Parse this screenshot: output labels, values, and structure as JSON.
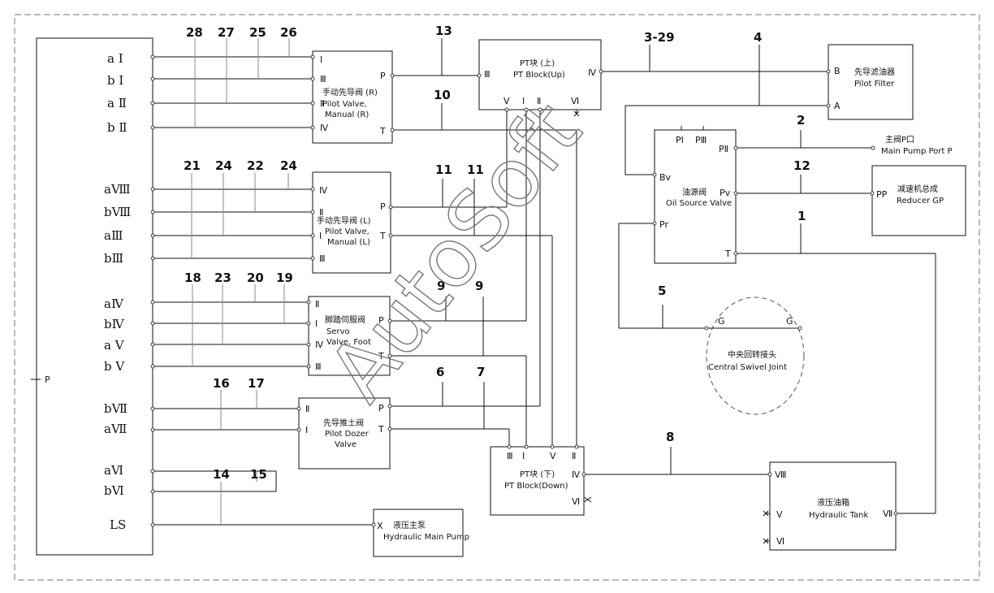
{
  "left_labels": [
    "a Ⅰ",
    "b Ⅰ",
    "a Ⅱ",
    "b Ⅱ",
    "aⅧ",
    "bⅧ",
    "aⅢ",
    "bⅢ",
    "aⅣ",
    "bⅣ",
    "a Ⅴ",
    "b Ⅴ",
    "bⅦ",
    "aⅦ",
    "aⅥ",
    "bⅥ",
    "LS"
  ],
  "p_label": "P",
  "numbers": [
    "28",
    "27",
    "25",
    "26",
    "13",
    "3-29",
    "4",
    "10",
    "2",
    "12",
    "1",
    "21",
    "24",
    "22",
    "24",
    "11",
    "11",
    "18",
    "23",
    "20",
    "19",
    "9",
    "9",
    "5",
    "16",
    "17",
    "6",
    "7",
    "14",
    "15",
    "8"
  ],
  "blocks": {
    "pv_r": {
      "ports": [
        "Ⅰ",
        "Ⅲ",
        "Ⅱ",
        "Ⅳ",
        "P",
        "T"
      ],
      "cn": "手动先导阀 (R)",
      "en1": "Pilot Valve,",
      "en2": "Manual (R)"
    },
    "pv_l": {
      "ports": [
        "Ⅳ",
        "Ⅱ",
        "Ⅰ",
        "Ⅲ",
        "P",
        "T"
      ],
      "cn": "手动先导阀 (L)",
      "en1": "Pilot Valve,",
      "en2": "Manual (L)"
    },
    "servo": {
      "ports": [
        "Ⅱ",
        "Ⅰ",
        "Ⅳ",
        "Ⅲ",
        "P",
        "T"
      ],
      "cn": "脚踏伺服阀",
      "en1": "Servo",
      "en2": "Valve, Foot"
    },
    "dozer": {
      "ports": [
        "Ⅱ",
        "Ⅰ",
        "P",
        "T"
      ],
      "cn": "先导推土阀",
      "en1": "Pilot Dozer",
      "en2": "Valve"
    },
    "pt_up": {
      "ports": [
        "Ⅲ",
        "Ⅳ",
        "Ⅴ",
        "Ⅰ",
        "Ⅱ",
        "Ⅵ"
      ],
      "cn": "PT块 (上)",
      "en": "PT Block(Up)"
    },
    "pt_down": {
      "ports": [
        "Ⅲ",
        "Ⅰ",
        "Ⅴ",
        "Ⅱ",
        "Ⅳ",
        "Ⅵ"
      ],
      "cn": "PT块 (下)",
      "en": "PT Block(Down)"
    },
    "filter": {
      "ports": [
        "B",
        "A"
      ],
      "cn": "先导滤油器",
      "en": "Pilot Filter"
    },
    "oil_source": {
      "ports": [
        "PⅠ",
        "PⅢ",
        "PⅡ",
        "Bv",
        "Pv",
        "Pr",
        "T"
      ],
      "cn": "油源阀",
      "en": "Oil Source Valve"
    },
    "main_pump_port": {
      "cn": "主阀P口",
      "en": "Main Pump Port P"
    },
    "reducer": {
      "ports": [
        "PP"
      ],
      "cn": "减速机总成",
      "en": "Reducer GP"
    },
    "swivel": {
      "ports": [
        "G",
        "G"
      ],
      "cn": "中央回转接头",
      "en": "Central Swivel Joint"
    },
    "main_pump": {
      "ports": [
        "X"
      ],
      "cn": "液压主泵",
      "en": "Hydraulic Main Pump"
    },
    "tank": {
      "ports": [
        "Ⅷ",
        "Ⅴ",
        "Ⅵ",
        "Ⅶ"
      ],
      "cn": "液压油箱",
      "en": "Hydraulic Tank"
    }
  },
  "watermark": "AutoSoft"
}
